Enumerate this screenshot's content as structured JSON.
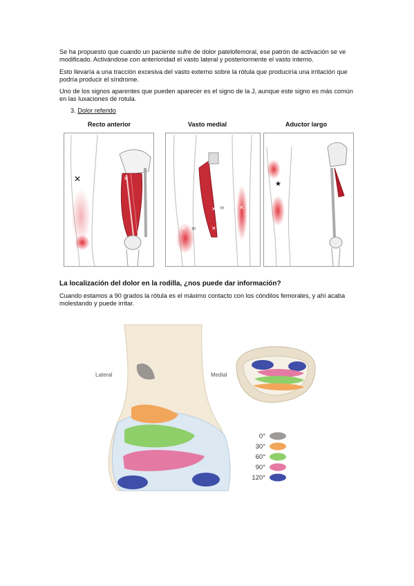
{
  "paragraphs": [
    "Se ha propuesto que cuando un paciente sufre de dolor patelofemoral, ese patrón de activación se ve modificado. Activándose con anterioridad el vasto lateral y posteriormente el vasto interno.",
    "Esto llevaría a una tracción excesiva del vasto externo sobre la rótula que produciría una irritación que podría producir el síndrome.",
    "Uno de los signos aparentes que pueden aparecer es el signo de la J, aunque este signo es más común en las luxaciones de rotula."
  ],
  "list_item": {
    "number": "3.",
    "label": "Dolor referido"
  },
  "panels": [
    {
      "title": "Recto anterior"
    },
    {
      "title": "Vasto medial"
    },
    {
      "title": "Aductor largo"
    }
  ],
  "panel_small_labels": {
    "tp1": "TP",
    "tp2": "TP"
  },
  "heading": "La localización del dolor en la rodilla, ¿nos puede dar información?",
  "body2": "Cuando estamos a 90 grados la rótula es el máximo contacto con los cóndilos femorales, y ahí acaba molestando y puede irritar.",
  "knee_figure": {
    "lateral_label": "Lateral",
    "medial_label": "Medial",
    "legend": [
      {
        "label": "0°",
        "color": "#9e9c9a"
      },
      {
        "label": "30°",
        "color": "#f2a65a"
      },
      {
        "label": "60°",
        "color": "#8fcf6a"
      },
      {
        "label": "90°",
        "color": "#e47aa3"
      },
      {
        "label": "120°",
        "color": "#3f4ea8"
      }
    ]
  },
  "colors": {
    "trigger_red": "#d8262f",
    "muscle_red": "#b71c2b"
  }
}
